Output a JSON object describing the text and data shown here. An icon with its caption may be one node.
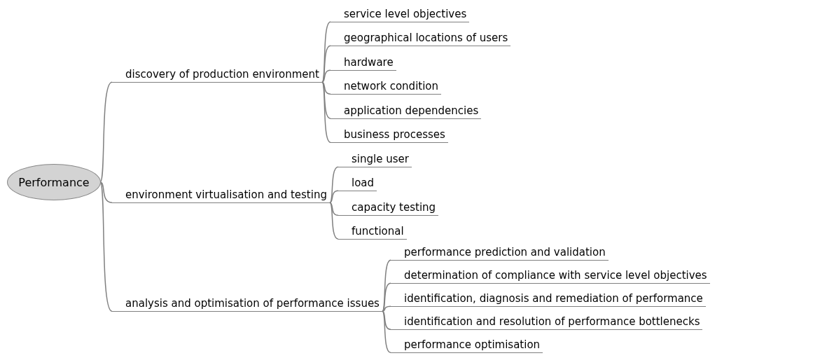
{
  "diagram": {
    "nodes": [
      {
        "text": [
          "Performance"
        ]
      },
      {
        "text": [
          "discovery of production environment"
        ]
      },
      {
        "text": [
          "service level objectives"
        ]
      },
      {
        "text": [
          "geographical locations of users"
        ]
      },
      {
        "text": [
          "hardware"
        ]
      },
      {
        "text": [
          "network condition"
        ]
      },
      {
        "text": [
          "application dependencies"
        ]
      },
      {
        "text": [
          "business processes"
        ]
      },
      {
        "text": [
          "environment virtualisation and testing"
        ]
      },
      {
        "text": [
          "single user"
        ]
      },
      {
        "text": [
          "load"
        ]
      },
      {
        "text": [
          "capacity testing"
        ]
      },
      {
        "text": [
          "functional"
        ]
      },
      {
        "text": [
          "analysis and optimisation of performance issues"
        ]
      },
      {
        "text": [
          "performance prediction and validation"
        ]
      },
      {
        "text": [
          "determination of compliance with service level objectives"
        ]
      },
      {
        "text": [
          "identification, diagnosis and remediation of performance"
        ]
      },
      {
        "text": [
          "identification and resolution of performance bottlenecks"
        ]
      },
      {
        "text": [
          "performance optimisation"
        ]
      }
    ],
    "edges": [
      {
        "from": 0,
        "to": 1,
        "arrow": "none"
      },
      {
        "from": 1,
        "to": 2,
        "arrow": "none"
      },
      {
        "from": 1,
        "to": 3,
        "arrow": "none"
      },
      {
        "from": 1,
        "to": 4,
        "arrow": "none"
      },
      {
        "from": 1,
        "to": 5,
        "arrow": "none"
      },
      {
        "from": 1,
        "to": 6,
        "arrow": "none"
      },
      {
        "from": 1,
        "to": 7,
        "arrow": "none"
      },
      {
        "from": 0,
        "to": 8,
        "arrow": "none"
      },
      {
        "from": 8,
        "to": 9,
        "arrow": "none"
      },
      {
        "from": 8,
        "to": 10,
        "arrow": "none"
      },
      {
        "from": 8,
        "to": 11,
        "arrow": "none"
      },
      {
        "from": 8,
        "to": 12,
        "arrow": "none"
      },
      {
        "from": 0,
        "to": 13,
        "arrow": "none"
      },
      {
        "from": 13,
        "to": 14,
        "arrow": "none"
      },
      {
        "from": 13,
        "to": 15,
        "arrow": "none"
      },
      {
        "from": 13,
        "to": 16,
        "arrow": "none"
      },
      {
        "from": 13,
        "to": 17,
        "arrow": "none"
      },
      {
        "from": 13,
        "to": 18,
        "arrow": "none"
      }
    ]
  }
}
